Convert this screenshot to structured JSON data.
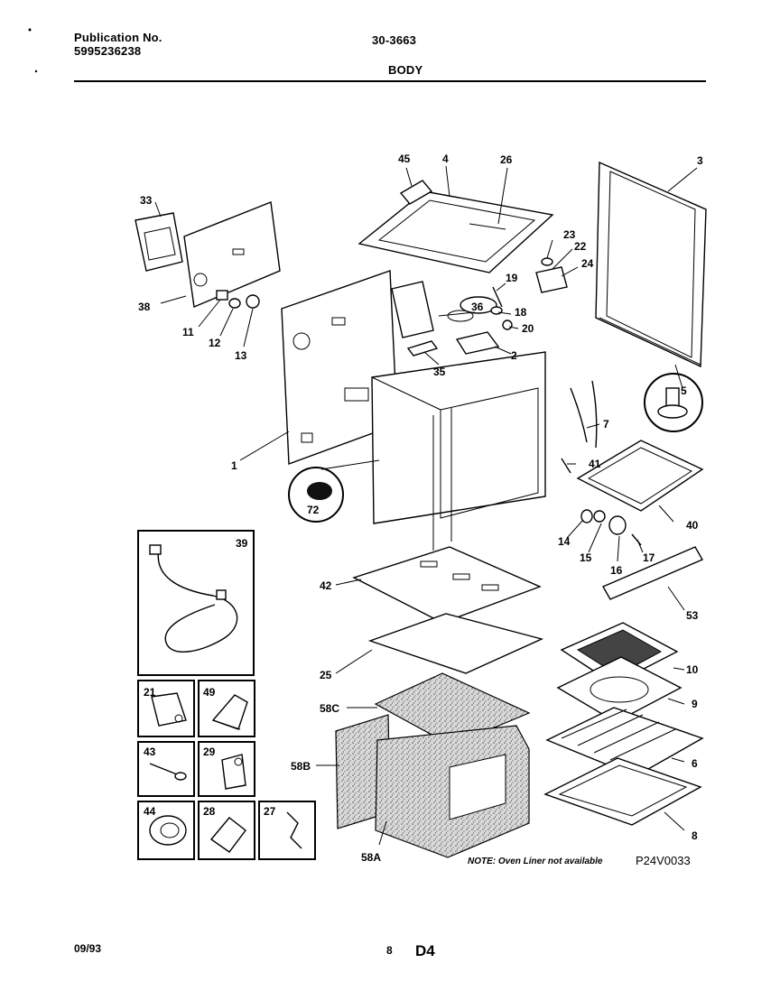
{
  "header": {
    "publication_label": "Publication No.",
    "publication_number": "5995236238",
    "model_number": "30-3663",
    "section_title": "BODY"
  },
  "footer": {
    "date": "09/93",
    "page": "8",
    "page_code": "D4"
  },
  "diagram": {
    "note": "NOTE: Oven Liner not available",
    "figure_code": "P24V0033",
    "part_labels": [
      "1",
      "2",
      "3",
      "4",
      "5",
      "6",
      "7",
      "8",
      "9",
      "10",
      "11",
      "12",
      "13",
      "14",
      "15",
      "16",
      "17",
      "18",
      "19",
      "20",
      "22",
      "23",
      "24",
      "25",
      "26",
      "35",
      "36",
      "38",
      "40",
      "41",
      "42",
      "45",
      "53",
      "58A",
      "58B",
      "58C",
      "72",
      "33"
    ],
    "inset_labels": [
      "39",
      "21",
      "49",
      "43",
      "29",
      "44",
      "28",
      "27"
    ]
  },
  "colors": {
    "ink": "#000000",
    "paper": "#ffffff",
    "insulation_fill": "#bdbdbd"
  }
}
